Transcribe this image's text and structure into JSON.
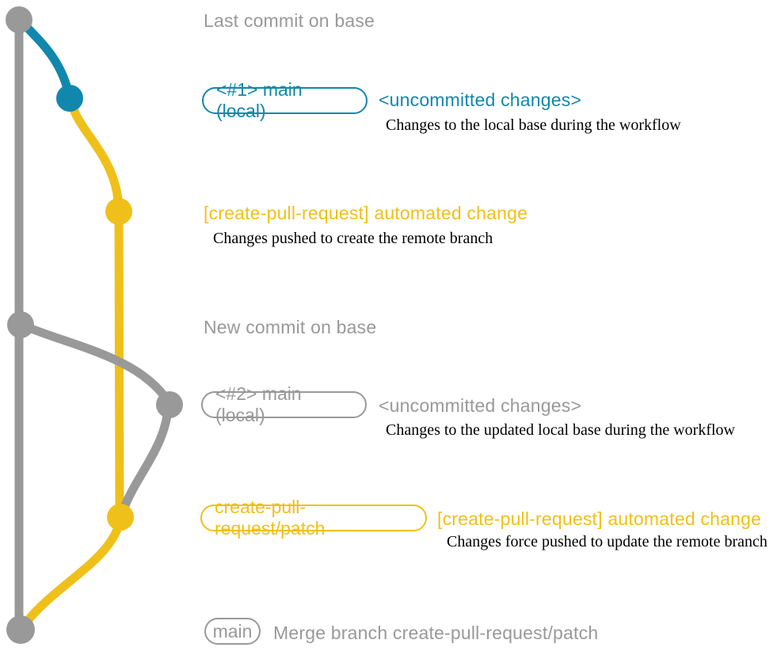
{
  "colors": {
    "gray": "#999999",
    "blue": "#1287ad",
    "yellow": "#f0c01a",
    "ink": "#000000",
    "background": "#ffffff"
  },
  "graph": {
    "type": "git-graph",
    "branches": [
      "base (main)",
      "main (local)",
      "create-pull-request/patch"
    ],
    "nodes": [
      {
        "id": "base-tip",
        "color": "gray",
        "label": "Last commit on base"
      },
      {
        "id": "local-main-1",
        "color": "blue",
        "label": "<#1> main (local)"
      },
      {
        "id": "patch-commit-1",
        "color": "yellow",
        "label": "[create-pull-request] automated change"
      },
      {
        "id": "base-new",
        "color": "gray",
        "label": "New commit on base"
      },
      {
        "id": "local-main-2",
        "color": "gray",
        "label": "<#2> main (local)"
      },
      {
        "id": "patch-commit-2",
        "color": "yellow",
        "label": "create-pull-request/patch"
      },
      {
        "id": "merge-commit",
        "color": "gray",
        "label": "Merge branch create-pull-request/patch"
      }
    ],
    "edges": [
      {
        "from": "base-tip",
        "to": "merge-commit",
        "color": "gray",
        "meaning": "base branch line"
      },
      {
        "from": "base-tip",
        "to": "local-main-1",
        "color": "blue",
        "meaning": "uncommitted changes on local base"
      },
      {
        "from": "local-main-1",
        "to": "patch-commit-1",
        "color": "yellow",
        "meaning": "changes pushed to remote branch"
      },
      {
        "from": "patch-commit-1",
        "to": "patch-commit-2",
        "color": "yellow",
        "meaning": "patch branch line"
      },
      {
        "from": "base-new",
        "to": "local-main-2",
        "color": "gray",
        "meaning": "updated local base"
      },
      {
        "from": "local-main-2",
        "to": "patch-commit-2",
        "color": "gray",
        "meaning": "changes force pushed to patch branch"
      },
      {
        "from": "patch-commit-2",
        "to": "merge-commit",
        "color": "yellow",
        "meaning": "merge of patch branch into main"
      }
    ]
  },
  "sections": {
    "s1": {
      "title": "Last commit on base"
    },
    "s2": {
      "badge": "<#1> main (local)",
      "note": "<uncommitted changes>",
      "detail": "Changes to the local base during the workflow"
    },
    "s3": {
      "heading": "[create-pull-request] automated change",
      "detail": "Changes pushed to create the remote branch"
    },
    "s4": {
      "title": "New commit on base"
    },
    "s5": {
      "badge": "<#2> main (local)",
      "note": "<uncommitted changes>",
      "detail": "Changes to the updated local base during the workflow"
    },
    "s6": {
      "badge": "create-pull-request/patch",
      "heading": "[create-pull-request] automated change",
      "detail": "Changes force pushed to update the remote branch"
    },
    "s7": {
      "badge": "main",
      "title": "Merge branch create-pull-request/patch"
    }
  }
}
